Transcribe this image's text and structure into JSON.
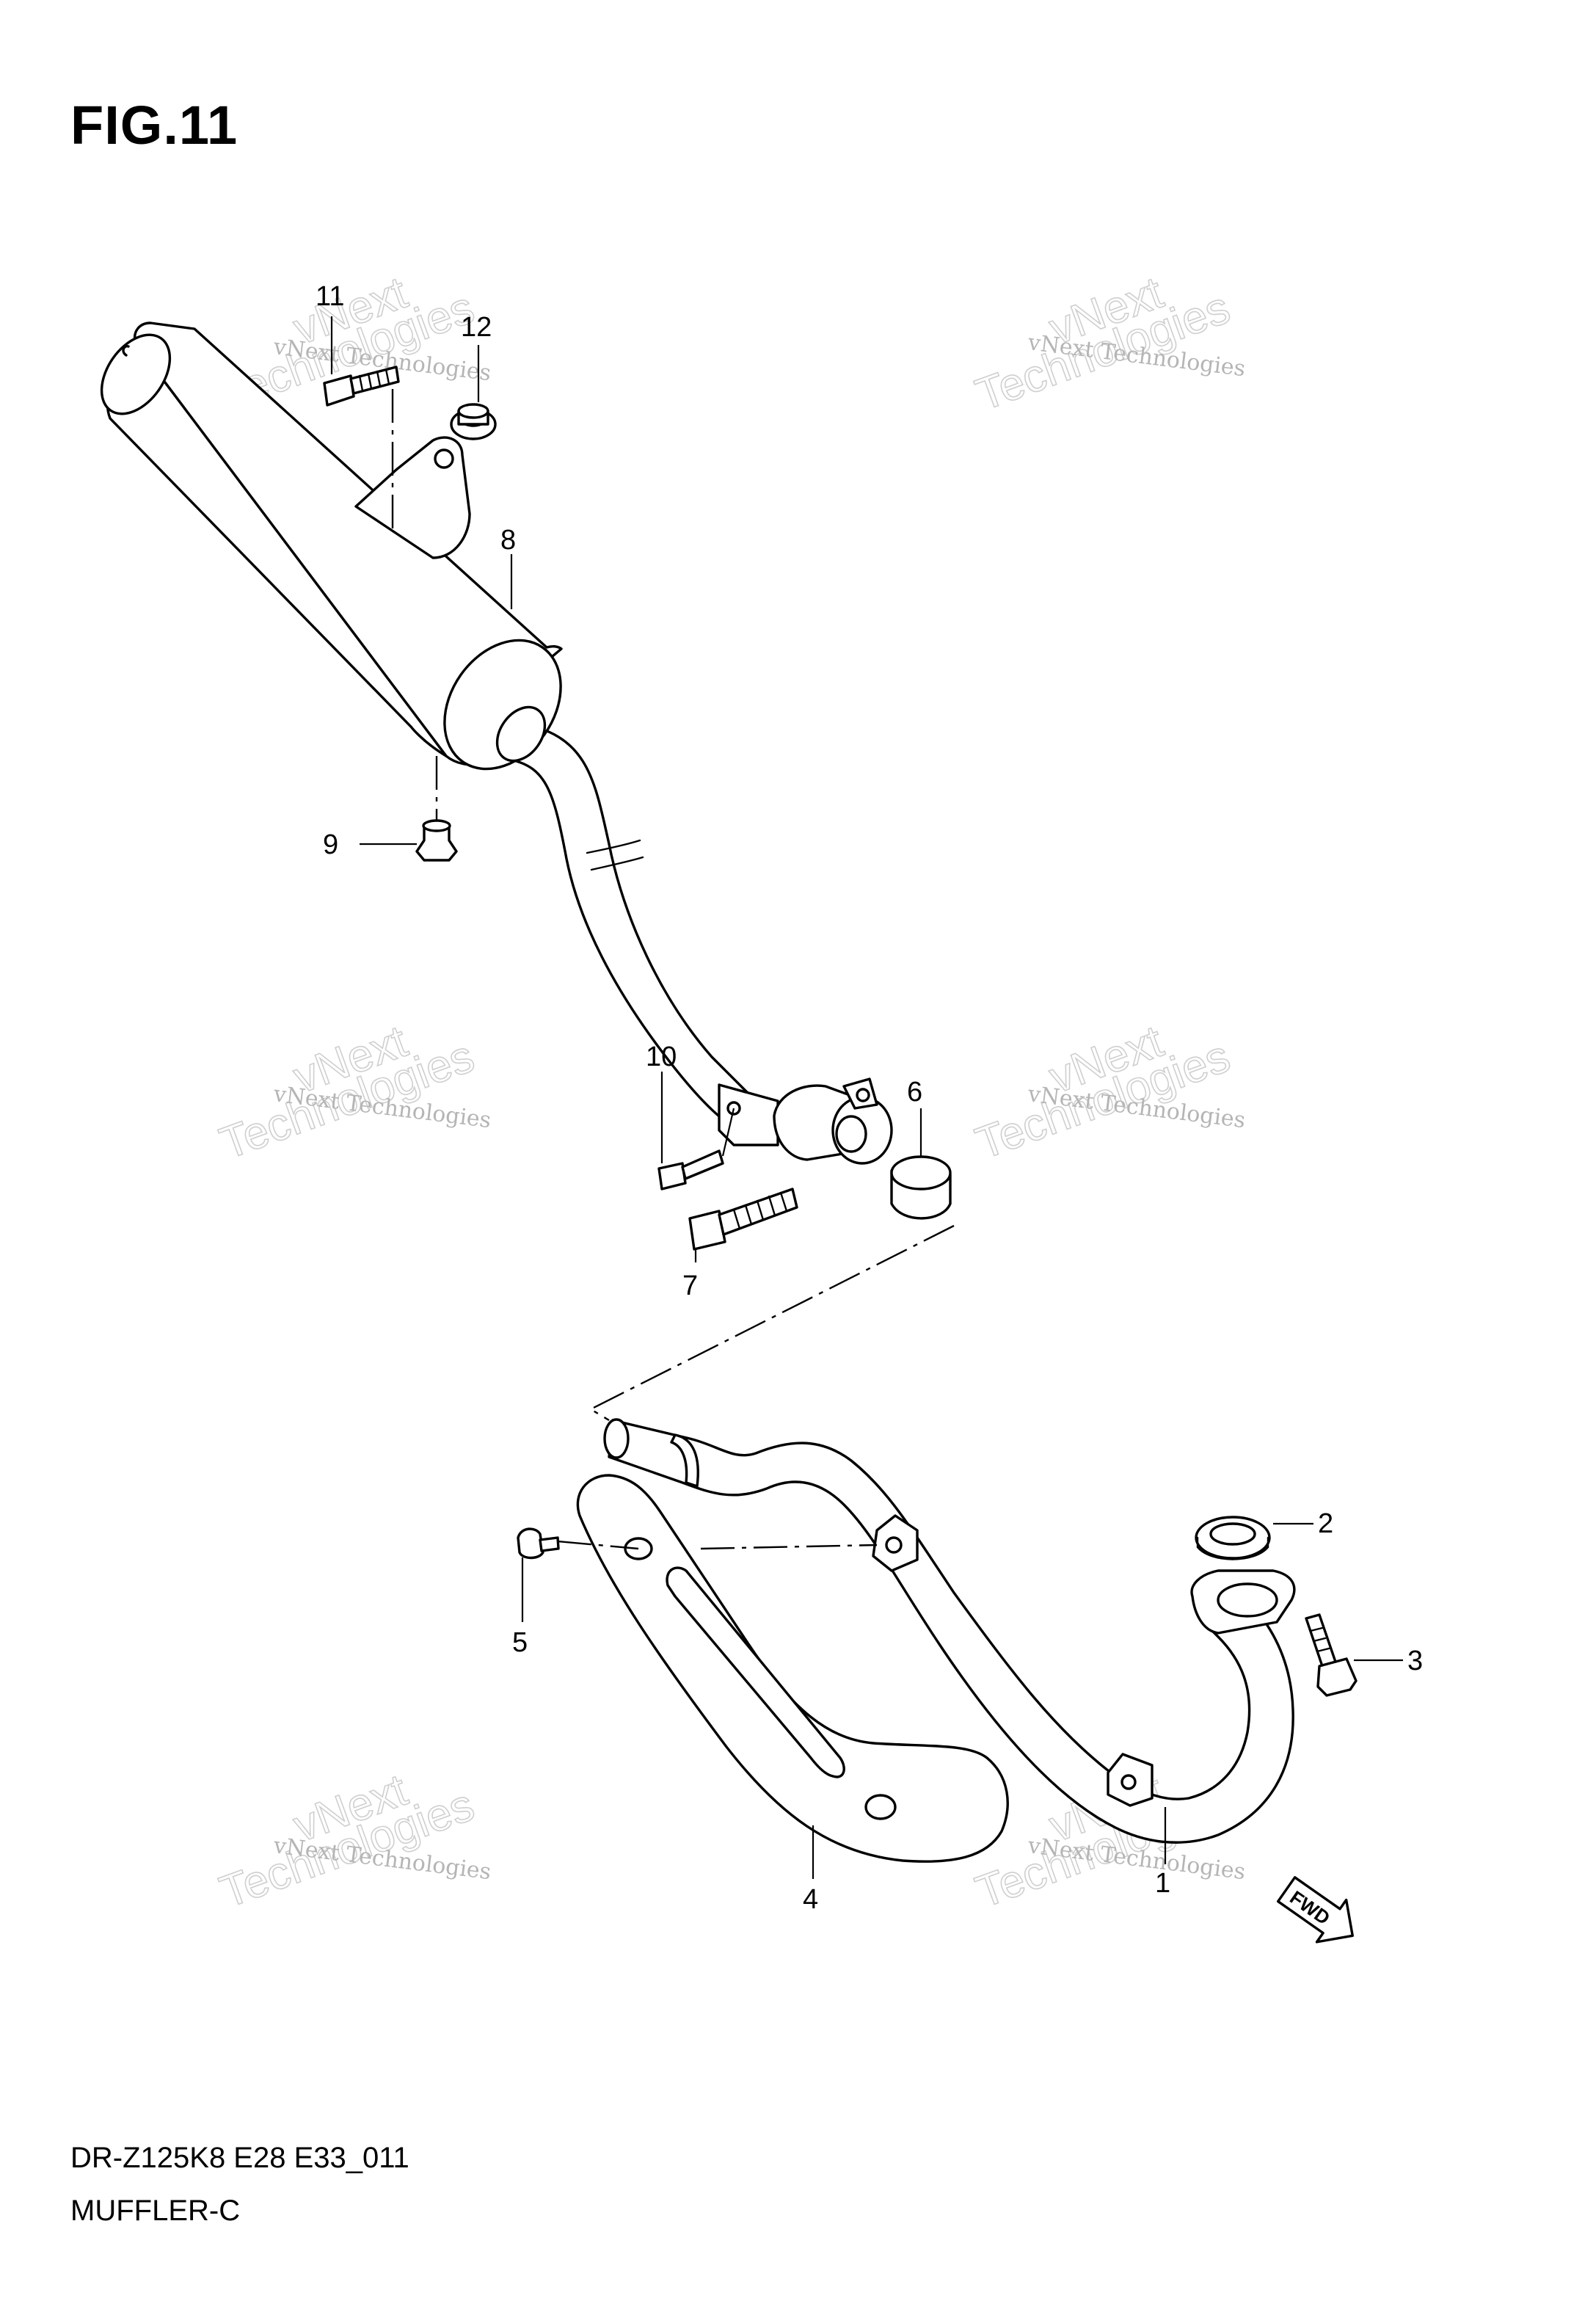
{
  "figure": {
    "title": "FIG.11"
  },
  "footer": {
    "code": "DR-Z125K8 E28 E33_011",
    "name": "MUFFLER-C"
  },
  "callouts": [
    {
      "id": "1",
      "label": "1"
    },
    {
      "id": "2",
      "label": "2"
    },
    {
      "id": "3",
      "label": "3"
    },
    {
      "id": "4",
      "label": "4"
    },
    {
      "id": "5",
      "label": "5"
    },
    {
      "id": "6",
      "label": "6"
    },
    {
      "id": "7",
      "label": "7"
    },
    {
      "id": "8",
      "label": "8"
    },
    {
      "id": "9",
      "label": "9"
    },
    {
      "id": "10",
      "label": "10"
    },
    {
      "id": "11",
      "label": "11"
    },
    {
      "id": "12",
      "label": "12"
    }
  ],
  "watermark": {
    "line1": "vNext Technologies",
    "line2": "vNext",
    "line3": "Technologies"
  },
  "fwd": {
    "label": "FWD",
    "icon": "forward-arrow-icon"
  }
}
